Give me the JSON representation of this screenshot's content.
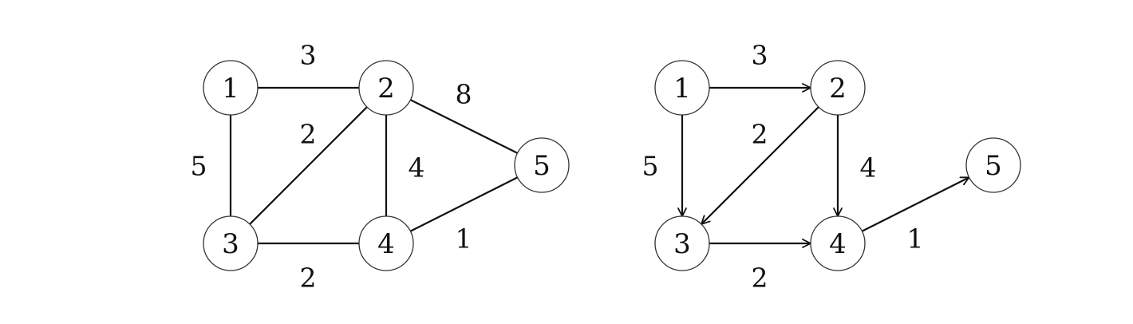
{
  "graphs": [
    {
      "id": "undirected",
      "directed": false,
      "nodes": [
        "1",
        "2",
        "3",
        "4",
        "5"
      ],
      "edges": [
        {
          "from": "1",
          "to": "2",
          "weight": "3"
        },
        {
          "from": "1",
          "to": "3",
          "weight": "5"
        },
        {
          "from": "2",
          "to": "3",
          "weight": "2"
        },
        {
          "from": "2",
          "to": "4",
          "weight": "4"
        },
        {
          "from": "2",
          "to": "5",
          "weight": "8"
        },
        {
          "from": "3",
          "to": "4",
          "weight": "2"
        },
        {
          "from": "4",
          "to": "5",
          "weight": "1"
        }
      ]
    },
    {
      "id": "directed",
      "directed": true,
      "nodes": [
        "1",
        "2",
        "3",
        "4",
        "5"
      ],
      "edges": [
        {
          "from": "1",
          "to": "2",
          "weight": "3"
        },
        {
          "from": "1",
          "to": "3",
          "weight": "5"
        },
        {
          "from": "2",
          "to": "3",
          "weight": "2"
        },
        {
          "from": "2",
          "to": "4",
          "weight": "4"
        },
        {
          "from": "3",
          "to": "4",
          "weight": "2"
        },
        {
          "from": "4",
          "to": "5",
          "weight": "1"
        }
      ]
    }
  ],
  "colors": {
    "edge": "#111111",
    "node_stroke": "#333333",
    "node_fill": "#ffffff",
    "text": "#111111"
  }
}
